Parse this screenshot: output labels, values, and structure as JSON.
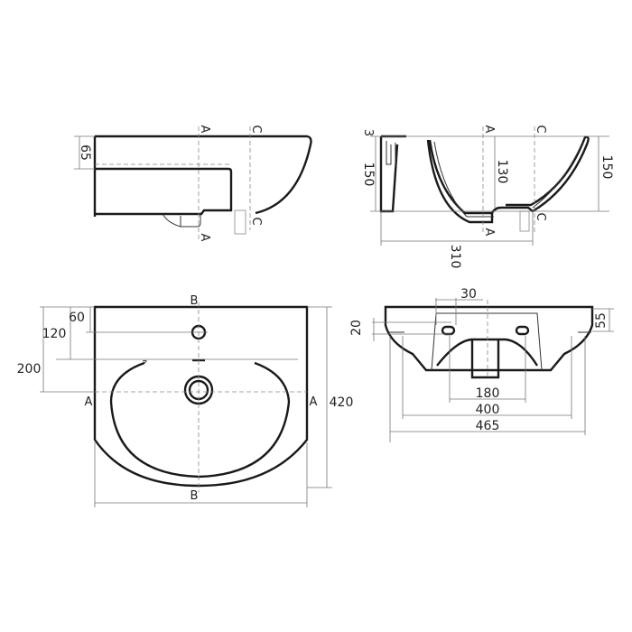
{
  "side_view": {
    "dim_depth": "65",
    "section_a": "A",
    "section_c": "C"
  },
  "section_view": {
    "dim_top": "3",
    "dim_left_height": "150",
    "dim_bowl_depth": "130",
    "dim_right_height": "150",
    "dim_depth": "310",
    "section_a": "A",
    "section_c": "C"
  },
  "plan_view": {
    "dim_60": "60",
    "dim_120": "120",
    "dim_200": "200",
    "dim_width": "420",
    "section_a": "A",
    "section_b": "B"
  },
  "front_view": {
    "dim_30": "30",
    "dim_20": "20",
    "dim_55": "55",
    "dim_180": "180",
    "dim_400": "400",
    "dim_465": "465"
  }
}
